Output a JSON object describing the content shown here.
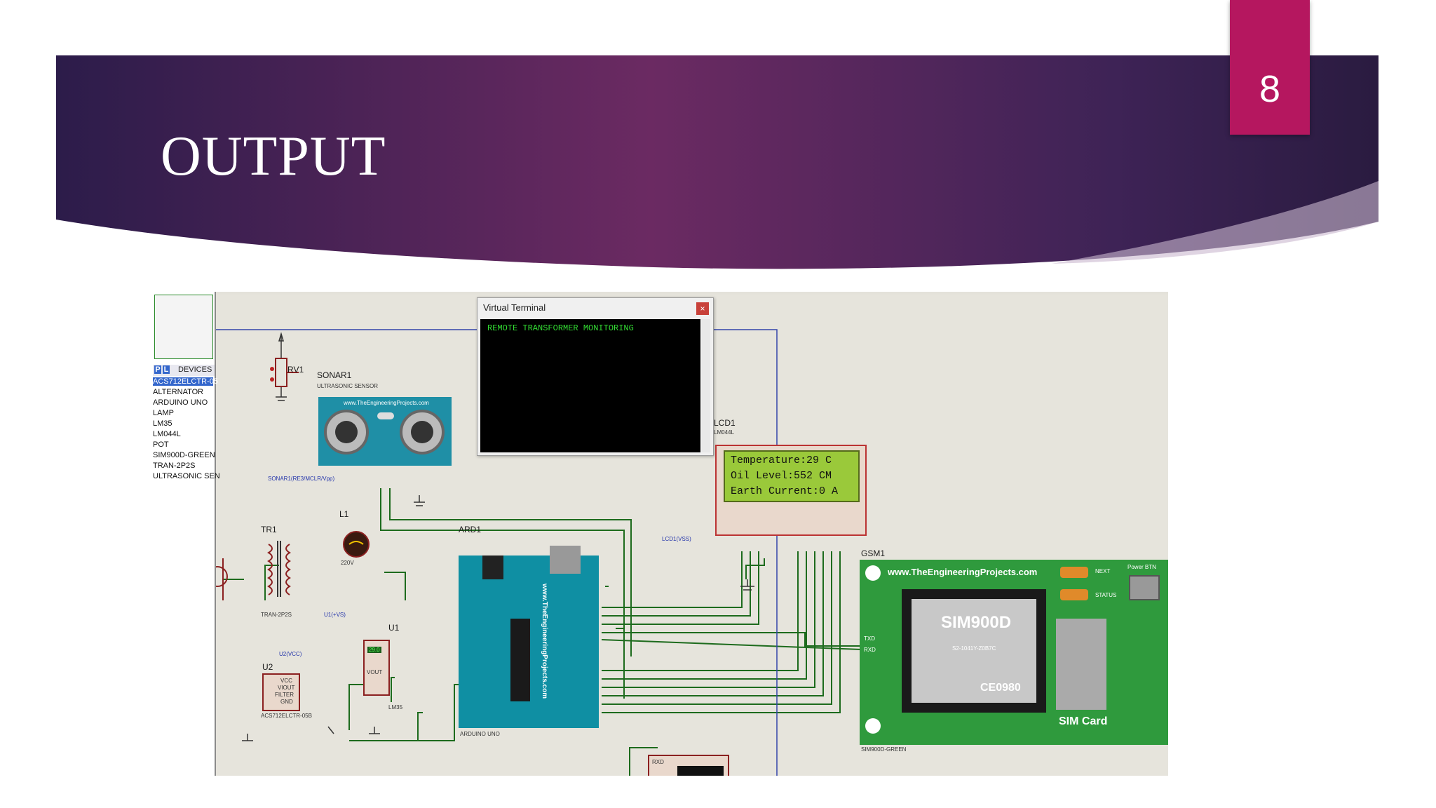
{
  "slide": {
    "title": "OUTPUT",
    "number": "8",
    "colors": {
      "banner_left": "#2e1d4d",
      "banner_mid": "#6b2a5e",
      "accent": "#b5175f"
    }
  },
  "simulation": {
    "devices_panel": {
      "tabs": [
        "P",
        "L"
      ],
      "header": "DEVICES",
      "items": [
        "ACS712ELCTR-05",
        "ALTERNATOR",
        "ARDUINO UNO",
        "LAMP",
        "LM35",
        "LM044L",
        "POT",
        "SIM900D-GREEN",
        "TRAN-2P2S",
        "ULTRASONIC SEN"
      ],
      "selected_index": 0
    },
    "virtual_terminal": {
      "title": "Virtual Terminal",
      "close_glyph": "×",
      "text": "REMOTE TRANSFORMER MONITORING"
    },
    "lcd": {
      "label": "LCD1",
      "model": "LM044L",
      "lines": [
        "Temperature:29 C",
        "Oil Level:552 CM",
        "Earth Current:0 A"
      ],
      "pins_label": "LCD1(VSS)"
    },
    "components": {
      "rv1": "RV1",
      "sonar": "SONAR1",
      "sonar_sub": "ULTRASONIC SENSOR",
      "sonar_brand": "www.TheEngineeringProjects.com",
      "sonar_pin": "SONAR1(RE3/MCLR/Vpp)",
      "l1": "L1",
      "l1_sub": "220V",
      "tr1": "TR1",
      "tr1_sub": "TRAN-2P2S",
      "ard1": "ARD1",
      "ard1_sub": "ARDUINO UNO",
      "ard_brand": "www.TheEngineeringProjects.com",
      "u1": "U1",
      "u1_pin": "U1(+VS)",
      "u1_sub": "LM35",
      "u1_value": "29.0",
      "u1_vout": "VOUT",
      "u2": "U2",
      "u2_pin": "U2(VCC)",
      "u2_sub": "ACS712ELCTR-05B",
      "u2_pins": [
        "VCC",
        "VIOUT",
        "FILTER",
        "GND"
      ],
      "gsm": "GSM1",
      "gsm_sub": "SIM900D-GREEN",
      "gsm_brand": "www.TheEngineeringProjects.com",
      "gsm_chip": "SIM900D",
      "gsm_chip_sub": "S2-1041Y-Z0B7C",
      "gsm_chip_code": "CE0980",
      "gsm_next": "NEXT",
      "gsm_status": "STATUS",
      "gsm_power": "Power BTN",
      "gsm_sim": "SIM Card",
      "gsm_rxd": "RXD",
      "gsm_txd": "TXD",
      "rxd2": "RXD"
    }
  }
}
